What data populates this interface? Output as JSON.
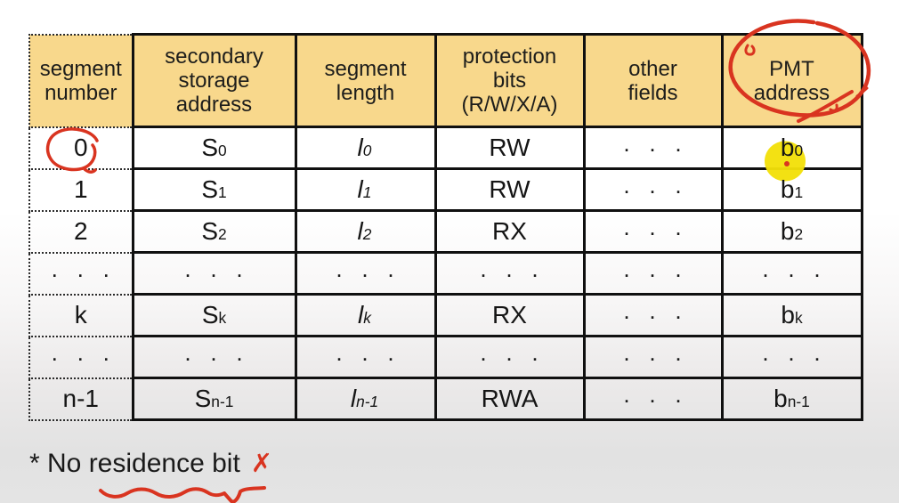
{
  "colors": {
    "header_fill": "#F8D88C",
    "annotation_red": "#D93420",
    "highlight_yellow": "#F2E009",
    "border_black": "#101010"
  },
  "table": {
    "dots_text": "· · ·",
    "headers": [
      {
        "label": "segment\nnumber"
      },
      {
        "label": "secondary\nstorage\naddress"
      },
      {
        "label": "segment\nlength"
      },
      {
        "label": "protection\nbits\n(R/W/X/A)"
      },
      {
        "label": "other\nfields"
      },
      {
        "label": "PMT\naddress"
      }
    ],
    "rows": [
      [
        {
          "t": "0"
        },
        {
          "t": "S",
          "s": "0"
        },
        {
          "t": "l",
          "s": "0",
          "i": true
        },
        {
          "t": "RW"
        },
        {
          "dots": true
        },
        {
          "t": "b",
          "s": "0",
          "hl": true
        }
      ],
      [
        {
          "t": "1"
        },
        {
          "t": "S",
          "s": "1"
        },
        {
          "t": "l",
          "s": "1",
          "i": true
        },
        {
          "t": "RW"
        },
        {
          "dots": true
        },
        {
          "t": "b",
          "s": "1"
        }
      ],
      [
        {
          "t": "2"
        },
        {
          "t": "S",
          "s": "2"
        },
        {
          "t": "l",
          "s": "2",
          "i": true
        },
        {
          "t": "RX"
        },
        {
          "dots": true
        },
        {
          "t": "b",
          "s": "2"
        }
      ],
      [
        {
          "dots": true
        },
        {
          "dots": true
        },
        {
          "dots": true
        },
        {
          "dots": true
        },
        {
          "dots": true
        },
        {
          "dots": true
        }
      ],
      [
        {
          "t": "k"
        },
        {
          "t": "S",
          "s": "k"
        },
        {
          "t": "l",
          "s": "k",
          "i": true
        },
        {
          "t": "RX"
        },
        {
          "dots": true
        },
        {
          "t": "b",
          "s": "k"
        }
      ],
      [
        {
          "dots": true
        },
        {
          "dots": true
        },
        {
          "dots": true
        },
        {
          "dots": true
        },
        {
          "dots": true
        },
        {
          "dots": true
        }
      ],
      [
        {
          "t": "n-1"
        },
        {
          "t": "S",
          "s": "n-1"
        },
        {
          "t": "l",
          "s": "n-1",
          "i": true
        },
        {
          "t": "RWA"
        },
        {
          "dots": true
        },
        {
          "t": "b",
          "s": "n-1"
        }
      ]
    ]
  },
  "footnote": {
    "text": "* No residence bit",
    "mark": "✗"
  },
  "annotations": [
    "red-circle-around-segment-0",
    "red-circle-around-pmt-address-header",
    "yellow-highlight-on-b0",
    "red-wavy-underline-under-residence-bit",
    "red-cross-mark-after-footnote"
  ]
}
